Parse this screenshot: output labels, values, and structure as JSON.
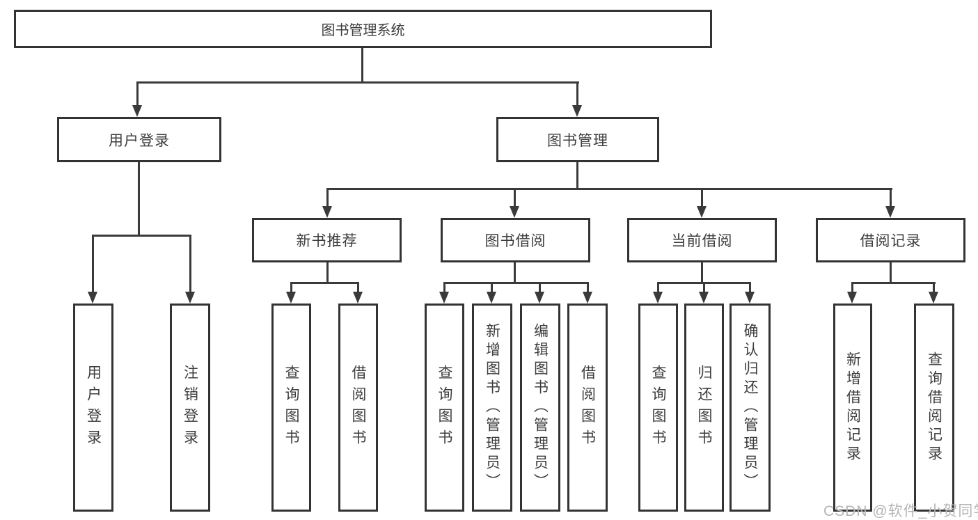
{
  "diagram": {
    "root": {
      "label": "图书管理系统"
    },
    "level2": {
      "user_login": {
        "label": "用户登录"
      },
      "book_management": {
        "label": "图书管理"
      }
    },
    "level3": {
      "new_book_recommend": {
        "label": "新书推荐"
      },
      "book_borrowing": {
        "label": "图书借阅"
      },
      "current_borrowing": {
        "label": "当前借阅"
      },
      "borrowing_records": {
        "label": "借阅记录"
      }
    },
    "leaves": {
      "user_login": {
        "label": "用户登录"
      },
      "logout": {
        "label": "注销登录"
      },
      "nb_query_books": {
        "label": "查询图书"
      },
      "nb_borrow_books": {
        "label": "借阅图书"
      },
      "bb_query_books": {
        "label": "查询图书"
      },
      "bb_add_books": {
        "label": "新增图书（管理员）"
      },
      "bb_edit_books": {
        "label": "编辑图书（管理员）"
      },
      "bb_borrow_books": {
        "label": "借阅图书"
      },
      "cb_query_books": {
        "label": "查询图书"
      },
      "cb_return_books": {
        "label": "归还图书"
      },
      "cb_confirm_return": {
        "label": "确认归还（管理员）"
      },
      "br_add_record": {
        "label": "新增借阅记录"
      },
      "br_query_record": {
        "label": "查询借阅记录"
      }
    }
  },
  "watermark": {
    "text": "CSDN @软件_小贺同学",
    "color": "#b5b5b5"
  },
  "colors": {
    "line": "#3a3a3a",
    "border": "#333333",
    "text": "#3d3d3d",
    "background": "#ffffff"
  }
}
